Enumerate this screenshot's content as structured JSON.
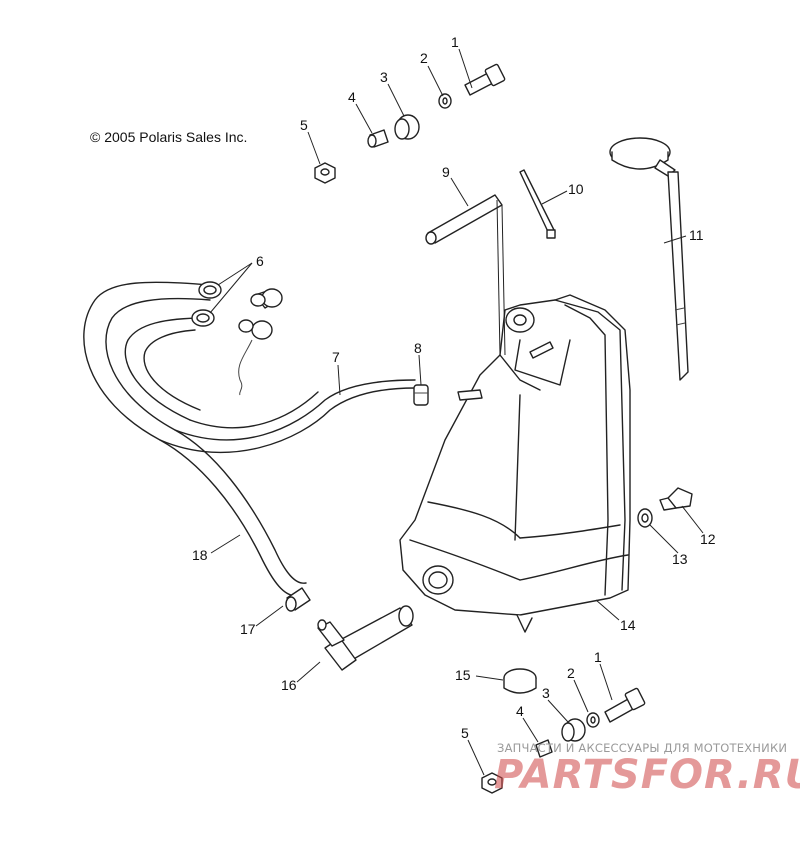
{
  "copyright": "© 2005 Polaris Sales Inc.",
  "watermark": {
    "tagline": "ЗАПЧАСТИ И АКСЕССУАРЫ ДЛЯ МОТОТЕХНИКИ",
    "logo": "PARTSFOR.RU"
  },
  "callouts": {
    "c1a": "1",
    "c2a": "2",
    "c3a": "3",
    "c4a": "4",
    "c5a": "5",
    "c6": "6",
    "c7": "7",
    "c8": "8",
    "c9": "9",
    "c10": "10",
    "c11": "11",
    "c12": "12",
    "c13": "13",
    "c14": "14",
    "c15": "15",
    "c16": "16",
    "c17": "17",
    "c18": "18",
    "c1b": "1",
    "c2b": "2",
    "c3b": "3",
    "c4b": "4",
    "c5b": "5"
  }
}
